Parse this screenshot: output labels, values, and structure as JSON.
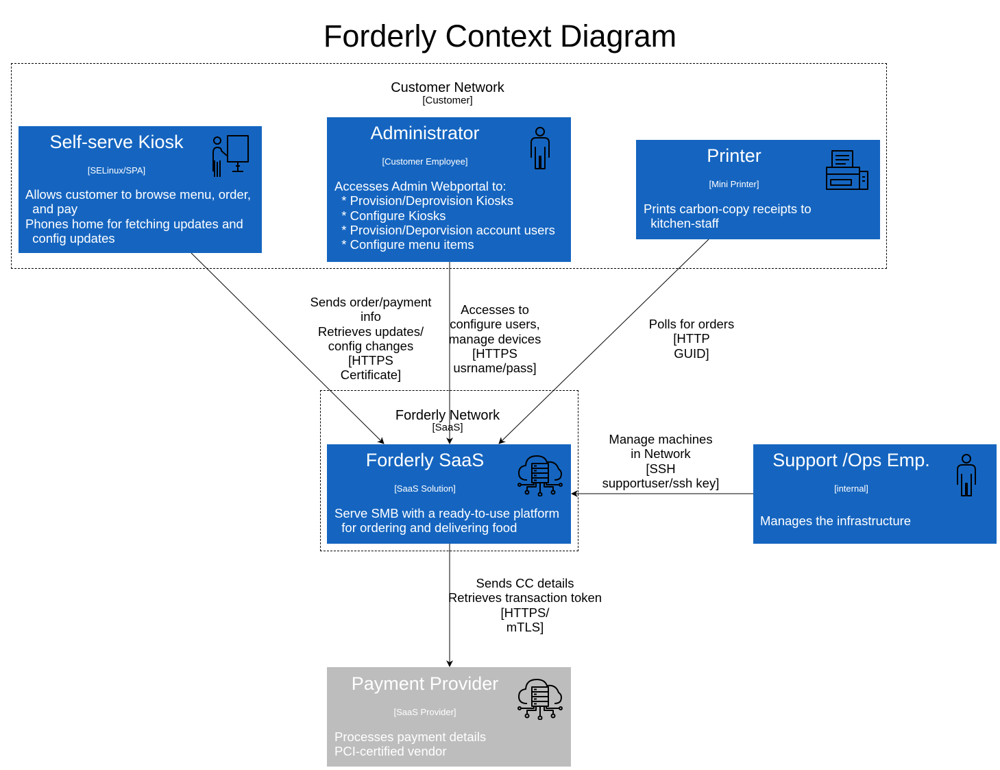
{
  "title": "Forderly Context Diagram",
  "boundaries": {
    "customer": {
      "name": "Customer Network",
      "type": "[Customer]"
    },
    "forderly": {
      "name": "Forderly Network",
      "type": "[SaaS]"
    }
  },
  "nodes": {
    "kiosk": {
      "name": "Self-serve Kiosk",
      "type": "[SELinux/SPA]",
      "description": "Allows customer to browse menu, order,\n  and pay\nPhones home for fetching updates and\n  config updates",
      "icon": "kiosk-user-icon"
    },
    "admin": {
      "name": "Administrator",
      "type": "[Customer Employee]",
      "description": "Accesses Admin Webportal to:\n  * Provision/Deprovision Kiosks\n  * Configure Kiosks\n  * Provision/Deporvision account users\n  * Configure menu items",
      "icon": "person-icon"
    },
    "printer": {
      "name": "Printer",
      "type": "[Mini Printer]",
      "description": "Prints carbon-copy receipts to\n  kitchen-staff",
      "icon": "printer-icon"
    },
    "saas": {
      "name": "Forderly SaaS",
      "type": "[SaaS Solution]",
      "description": "Serve SMB with a ready-to-use platform\n  for ordering and delivering food",
      "icon": "cloud-server-icon"
    },
    "support": {
      "name": "Support /Ops Emp.",
      "type": "[internal]",
      "description": "Manages the infrastructure",
      "icon": "person-icon"
    },
    "payment": {
      "name": "Payment Provider",
      "type": "[SaaS Provider]",
      "description": "Processes payment details\nPCI-certified vendor",
      "icon": "cloud-server-icon"
    }
  },
  "edges": {
    "kiosk_saas": "Sends order/payment\ninfo\nRetrieves updates/\nconfig changes\n[HTTPS\nCertificate]",
    "admin_saas": "Accesses to\nconfigure users,\nmanage devices\n[HTTPS\nusrname/pass]",
    "printer_saas": "Polls for orders\n[HTTP\nGUID]",
    "support_saas": "Manage machines\nin Network\n[SSH\nsupportuser/ssh key]",
    "saas_payment": "Sends CC details\nRetrieves transaction token\n[HTTPS/\nmTLS]"
  },
  "colors": {
    "internal_box": "#1565c0",
    "external_box": "#bdbdbd",
    "text_on_box": "#ffffff"
  }
}
